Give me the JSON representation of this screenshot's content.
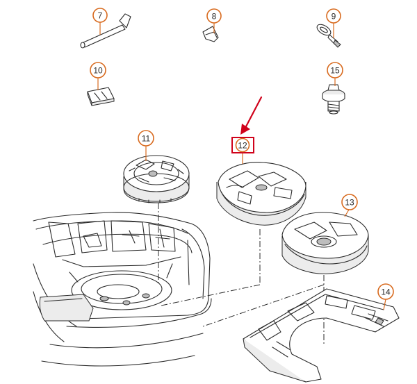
{
  "diagram": {
    "accent_color": "#d86a1e",
    "highlight_color": "#d0021b",
    "callouts": [
      {
        "id": "c7",
        "label": "7"
      },
      {
        "id": "c8",
        "label": "8"
      },
      {
        "id": "c9",
        "label": "9"
      },
      {
        "id": "c10",
        "label": "10"
      },
      {
        "id": "c15",
        "label": "15"
      },
      {
        "id": "c11",
        "label": "11"
      },
      {
        "id": "c12",
        "label": "12",
        "highlighted": true
      },
      {
        "id": "c13",
        "label": "13"
      },
      {
        "id": "c14",
        "label": "14"
      }
    ],
    "parts": [
      {
        "callout": "7",
        "icon": "wheel-wrench-icon"
      },
      {
        "callout": "8",
        "icon": "clip-icon"
      },
      {
        "callout": "9",
        "icon": "towing-eye-icon"
      },
      {
        "callout": "10",
        "icon": "pad-icon"
      },
      {
        "callout": "15",
        "icon": "retaining-bolt-icon"
      },
      {
        "callout": "11",
        "icon": "tool-holder-icon"
      },
      {
        "callout": "12",
        "icon": "foam-insert-icon"
      },
      {
        "callout": "13",
        "icon": "spacer-icon"
      },
      {
        "callout": "14",
        "icon": "tray-icon"
      },
      {
        "callout": "",
        "icon": "car-trunk-icon"
      }
    ]
  }
}
